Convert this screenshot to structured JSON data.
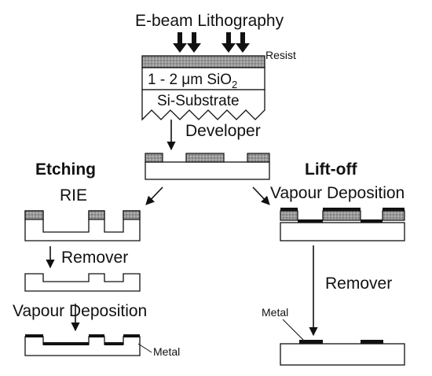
{
  "top": {
    "title": "E-beam Lithography",
    "resist_label": "Resist",
    "sio2_label_prefix": "1 - 2 μm SiO",
    "sio2_subscript": "2",
    "substrate_label": "Si-Substrate",
    "developer_label": "Developer"
  },
  "etching": {
    "title": "Etching",
    "rie_label": "RIE",
    "remover_label": "Remover",
    "vapour_label": "Vapour Deposition",
    "metal_label": "Metal"
  },
  "liftoff": {
    "title": "Lift-off",
    "vapour_label": "Vapour Deposition",
    "remover_label": "Remover",
    "metal_label": "Metal"
  },
  "colors": {
    "ink": "#111111",
    "resist_fill": "#9a9a9a",
    "metal_fill": "#111111",
    "background": "#ffffff"
  }
}
